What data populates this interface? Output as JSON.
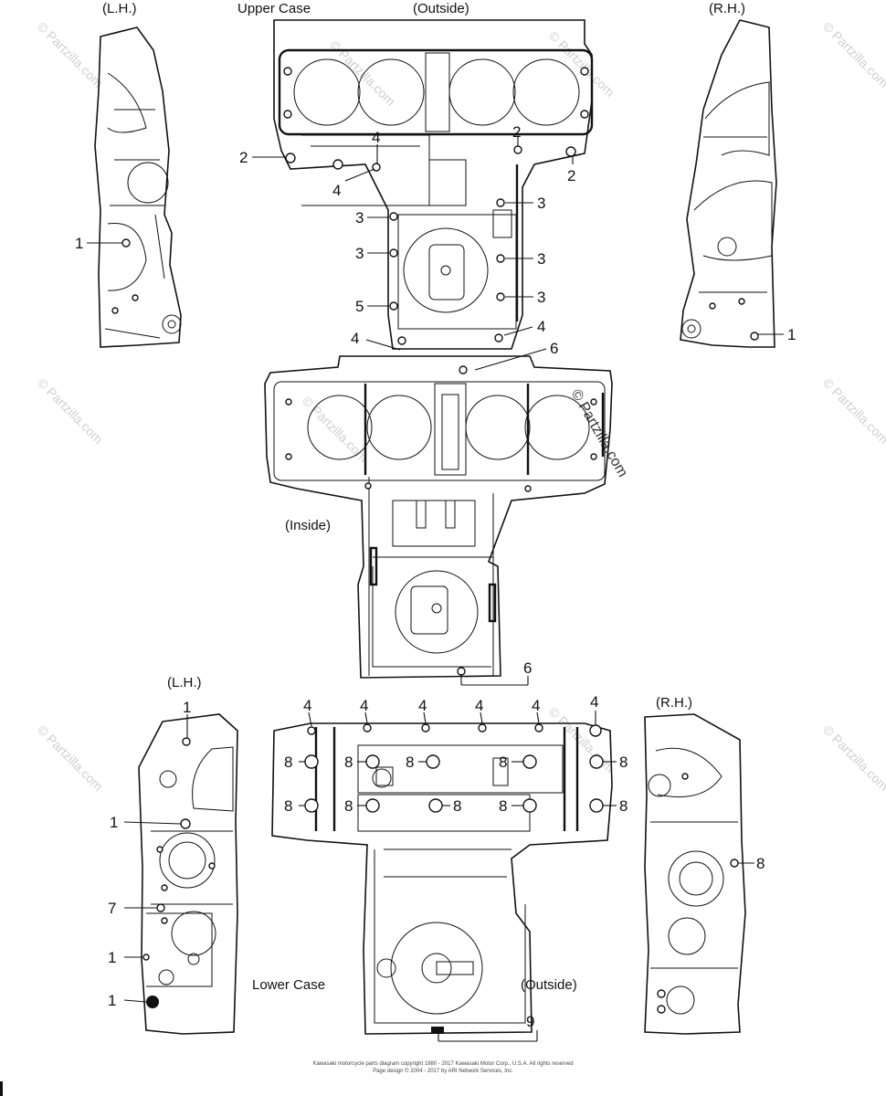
{
  "labels": {
    "upper_lh": "(L.H.)",
    "upper_case": "Upper Case",
    "upper_outside": "(Outside)",
    "upper_rh": "(R.H.)",
    "inside": "(Inside)",
    "lower_lh": "(L.H.)",
    "lower_rh": "(R.H.)",
    "lower_case": "Lower Case",
    "lower_outside": "(Outside)"
  },
  "callouts": {
    "c_lh1": "1",
    "c_rh1": "1",
    "c_u2a": "2",
    "c_u2b": "2",
    "c_u2c": "2",
    "c_u4a": "4",
    "c_u4b": "4",
    "c_u3a": "3",
    "c_u3b": "3",
    "c_u5": "5",
    "c_u3c": "3",
    "c_u3d": "3",
    "c_u3e": "3",
    "c_u4c": "4",
    "c_u4d": "4",
    "c_u6": "6",
    "c_i6": "6",
    "c_l4a": "4",
    "c_l4b": "4",
    "c_l4c": "4",
    "c_l4d": "4",
    "c_l4e": "4",
    "c_l4f": "4",
    "c_l8a": "8",
    "c_l8b": "8",
    "c_l8c": "8",
    "c_l8d": "8",
    "c_l8e": "8",
    "c_l8f": "8",
    "c_l8g": "8",
    "c_l8h": "8",
    "c_l8i": "8",
    "c_l8j": "8",
    "c_l8rh": "8",
    "c_llh1a": "1",
    "c_llh1b": "1",
    "c_llh7": "7",
    "c_llh1c": "1",
    "c_llh1d": "1",
    "c_l9": "9"
  },
  "watermark": "© Partzilla.com",
  "copyright_line1": "Kawasaki motorcycle parts diagram copyright 1980 - 2017 Kawasaki Motor Corp., U.S.A. All rights reserved",
  "copyright_line2": "Page design © 2004 - 2017 by ARI Network Services, Inc."
}
